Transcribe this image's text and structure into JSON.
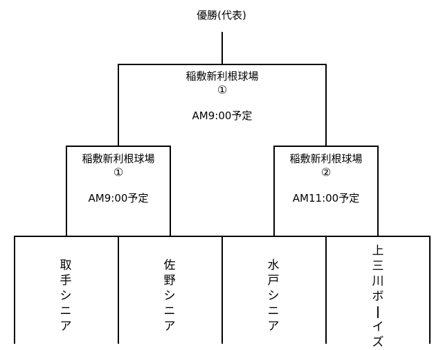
{
  "winner": "優勝(代表)",
  "final": {
    "venue": "稲敷新利根球場",
    "num": "①",
    "time": "AM9:00予定"
  },
  "semi_left": {
    "venue": "稲敷新利根球場",
    "num": "①",
    "time": "AM9:00予定"
  },
  "semi_right": {
    "venue": "稲敷新利根球場",
    "num": "②",
    "time": "AM11:00予定"
  },
  "teams": [
    "取手シニア",
    "佐野シニア",
    "水戸シニア",
    "上三川ボーイズ"
  ]
}
